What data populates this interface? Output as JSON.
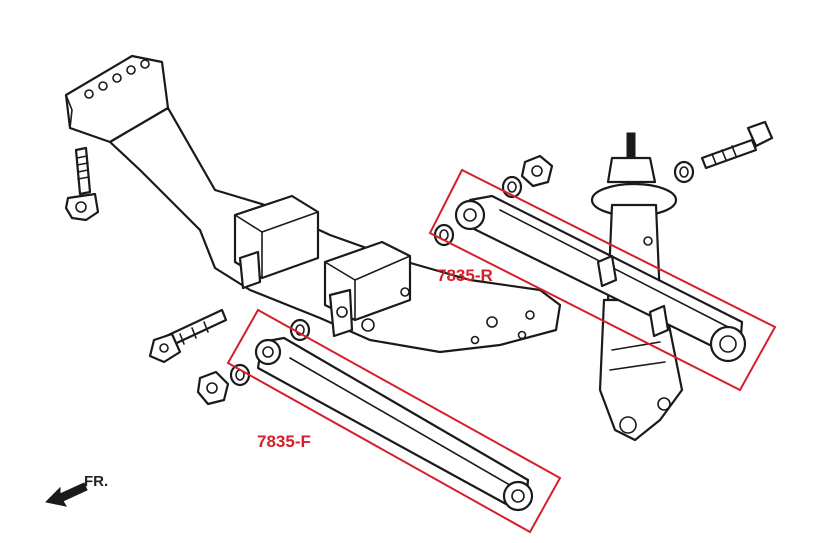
{
  "labels": {
    "rear_arm": "7835-R",
    "front_arm": "7835-F",
    "front_direction": "FR."
  },
  "colors": {
    "highlight": "#d3202a",
    "line": "#1a1a1a",
    "background": "#ffffff"
  },
  "icons": {
    "direction": "arrow-left-icon"
  }
}
